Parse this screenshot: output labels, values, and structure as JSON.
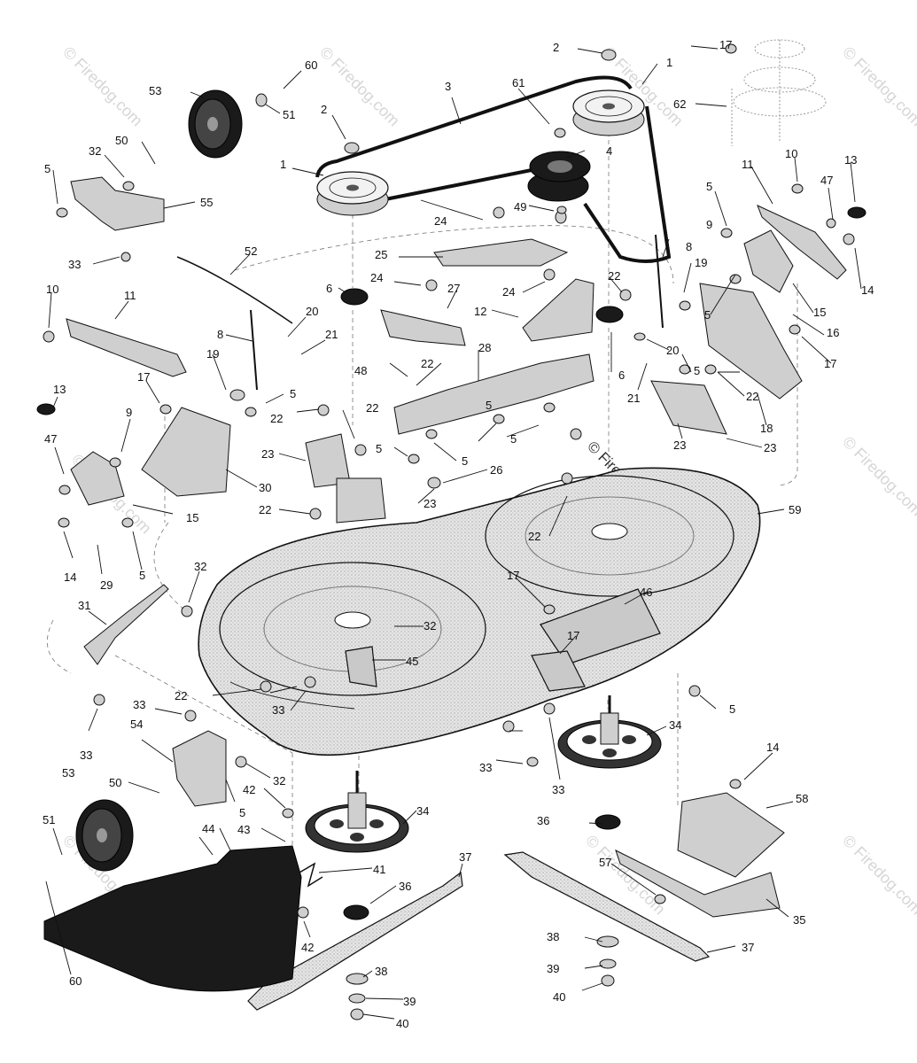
{
  "watermarks": {
    "copyright": "© Firedog.com"
  },
  "callouts": {
    "c1a": "1",
    "c1b": "1",
    "c2a": "2",
    "c2b": "2",
    "c3": "3",
    "c4": "4",
    "c5a": "5",
    "c5b": "5",
    "c5c": "5",
    "c5d": "5",
    "c5e": "5",
    "c5f": "5",
    "c5g": "5",
    "c5h": "5",
    "c5i": "5",
    "c5j": "5",
    "c5k": "5",
    "c5l": "5",
    "c6a": "6",
    "c6b": "6",
    "c8a": "8",
    "c8b": "8",
    "c9a": "9",
    "c9b": "9",
    "c10a": "10",
    "c10b": "10",
    "c11a": "11",
    "c11b": "11",
    "c12": "12",
    "c13a": "13",
    "c13b": "13",
    "c14a": "14",
    "c14b": "14",
    "c14c": "14",
    "c15a": "15",
    "c15b": "15",
    "c16": "16",
    "c17a": "17",
    "c17b": "17",
    "c17c": "17",
    "c17d": "17",
    "c17e": "17",
    "c18": "18",
    "c19a": "19",
    "c19b": "19",
    "c20a": "20",
    "c20b": "20",
    "c21a": "21",
    "c21b": "21",
    "c22a": "22",
    "c22b": "22",
    "c22c": "22",
    "c22d": "22",
    "c22e": "22",
    "c22f": "22",
    "c22g": "22",
    "c22h": "22",
    "c23a": "23",
    "c23b": "23",
    "c23c": "23",
    "c23d": "23",
    "c24a": "24",
    "c24b": "24",
    "c24c": "24",
    "c25": "25",
    "c26": "26",
    "c27": "27",
    "c28": "28",
    "c29": "29",
    "c30": "30",
    "c31": "31",
    "c32a": "32",
    "c32b": "32",
    "c32c": "32",
    "c32d": "32",
    "c33a": "33",
    "c33b": "33",
    "c33c": "33",
    "c33d": "33",
    "c33e": "33",
    "c33f": "33",
    "c34a": "34",
    "c34b": "34",
    "c35": "35",
    "c36a": "36",
    "c36b": "36",
    "c37a": "37",
    "c37b": "37",
    "c38a": "38",
    "c38b": "38",
    "c39a": "39",
    "c39b": "39",
    "c40a": "40",
    "c40b": "40",
    "c41": "41",
    "c42a": "42",
    "c42b": "42",
    "c43": "43",
    "c44": "44",
    "c45": "45",
    "c46": "46",
    "c47a": "47",
    "c47b": "47",
    "c48": "48",
    "c49": "49",
    "c50a": "50",
    "c50b": "50",
    "c51a": "51",
    "c51b": "51",
    "c52": "52",
    "c53a": "53",
    "c53b": "53",
    "c54": "54",
    "c55": "55",
    "c57": "57",
    "c58": "58",
    "c59": "59",
    "c60a": "60",
    "c60b": "60",
    "c61": "61",
    "c62": "62"
  }
}
